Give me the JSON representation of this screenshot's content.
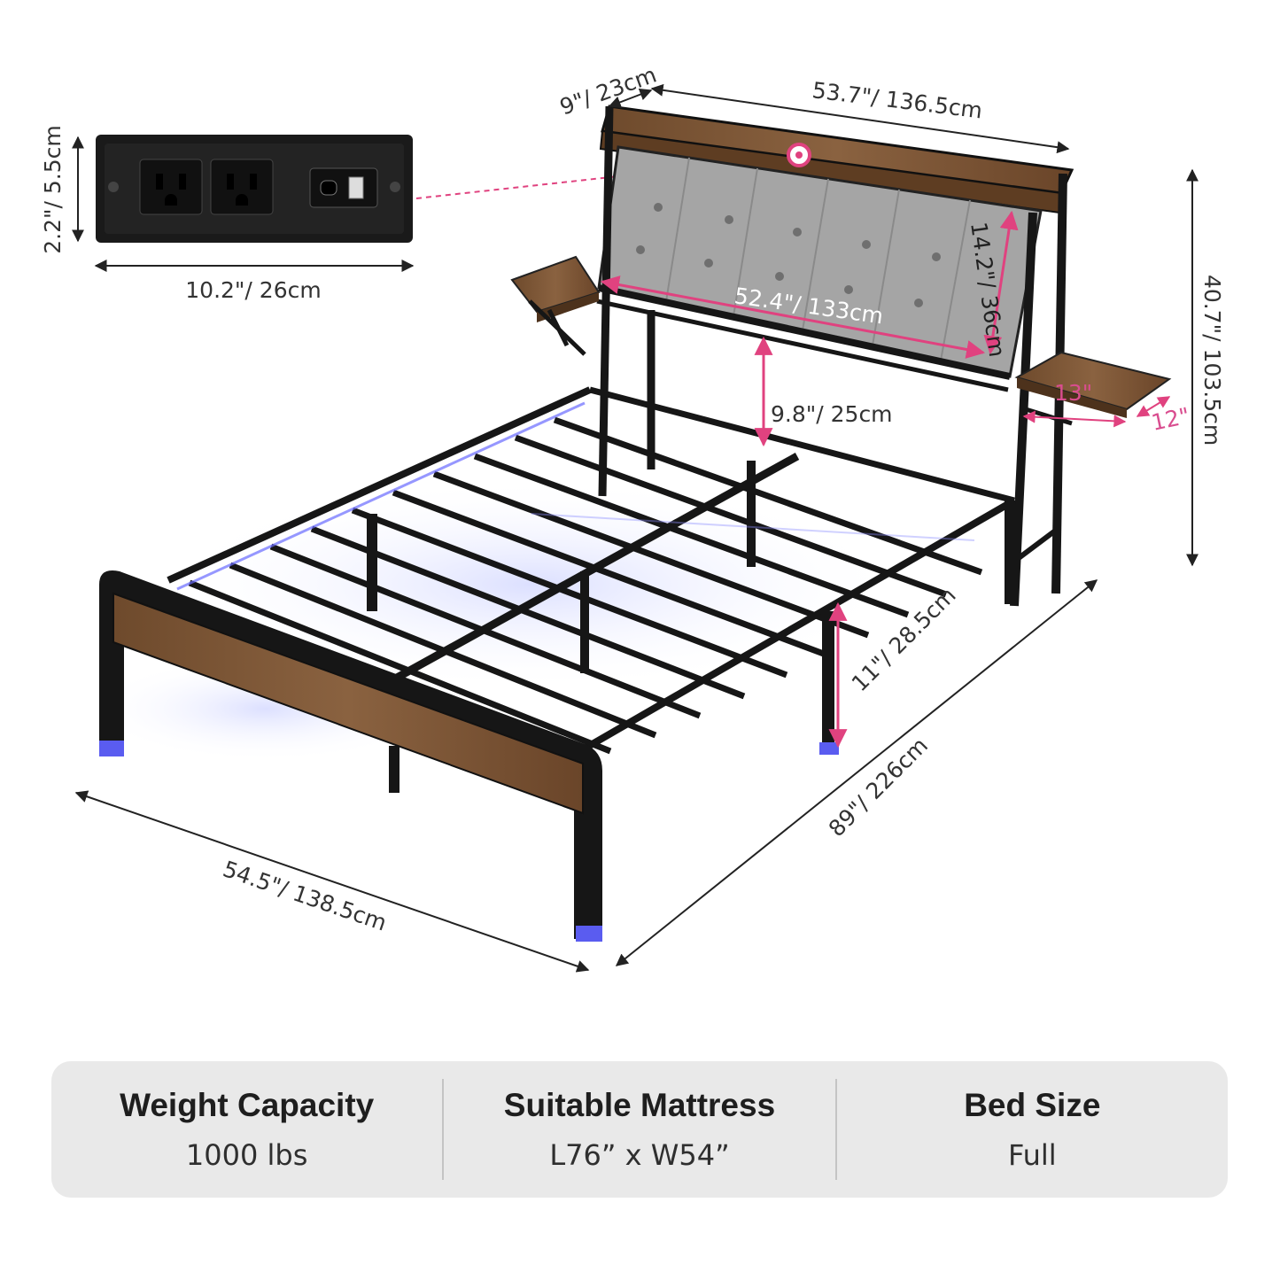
{
  "dimensions": {
    "outlet_height": "2.2\"/ 5.5cm",
    "outlet_width": "10.2\"/ 26cm",
    "headboard_depth": "9\"/ 23cm",
    "headboard_width": "53.7\"/ 136.5cm",
    "cushion_width": "52.4\"/ 133cm",
    "cushion_height": "14.2\"/ 36cm",
    "total_height": "40.7\"/ 103.5cm",
    "shelf_length": "13\"",
    "shelf_width": "12\"",
    "under_headboard_gap": "9.8\"/ 25cm",
    "under_bed_clearance": "11\"/ 28.5cm",
    "bed_length": "89\"/ 226cm",
    "bed_width": "54.5\"/ 138.5cm"
  },
  "specs": [
    {
      "title": "Weight Capacity",
      "value": "1000 lbs"
    },
    {
      "title": "Suitable Mattress",
      "value": "L76” x W54”"
    },
    {
      "title": "Bed Size",
      "value": "Full"
    }
  ],
  "colors": {
    "accent": "#e0427f",
    "frame": "#1b1b1b",
    "wood": "#7a5232",
    "fabric": "#a3a3a3",
    "led": "#6a6cff",
    "panel": "#e9e9e9"
  }
}
